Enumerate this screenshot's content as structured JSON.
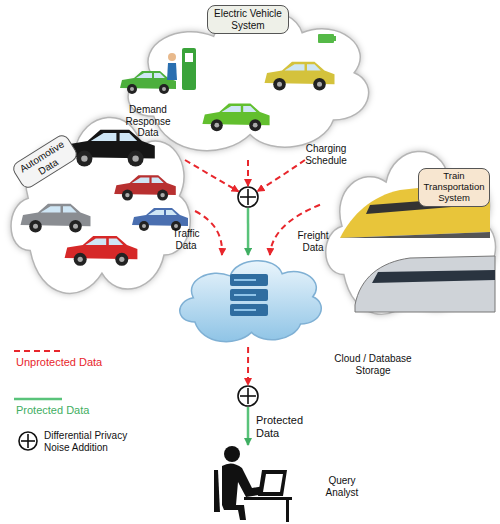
{
  "diagram": {
    "nodes": [
      {
        "text": [
          "Electric Vehicle System"
        ]
      },
      {
        "text": [
          "Automotive Data"
        ]
      },
      {
        "text": [
          "Train Transportation System"
        ]
      },
      {
        "text": []
      },
      {
        "text": [
          "Cloud / Database Storage"
        ]
      },
      {
        "text": []
      },
      {
        "text": [
          "Query Analyst"
        ]
      }
    ],
    "edges": [
      {
        "from": 0,
        "to": 3,
        "arrow": "to",
        "label": "Demand Response Data"
      },
      {
        "from": 0,
        "to": 3,
        "arrow": "to"
      },
      {
        "from": 0,
        "to": 3,
        "arrow": "to",
        "label": "Charging Schedule"
      },
      {
        "from": 3,
        "to": 4,
        "arrow": "to"
      },
      {
        "from": 1,
        "to": 4,
        "arrow": "to",
        "label": "Traffic Data"
      },
      {
        "from": 2,
        "to": 4,
        "arrow": "to",
        "label": "Freight Data"
      },
      {
        "from": 4,
        "to": 5,
        "arrow": "to"
      },
      {
        "from": 5,
        "to": 6,
        "arrow": "to",
        "label": "Protected Data"
      }
    ],
    "legend": [
      {
        "text": "Unprotected Data"
      },
      {
        "text": "Protected Data"
      },
      {
        "text": "Differential Privacy Noise Addition"
      }
    ]
  }
}
